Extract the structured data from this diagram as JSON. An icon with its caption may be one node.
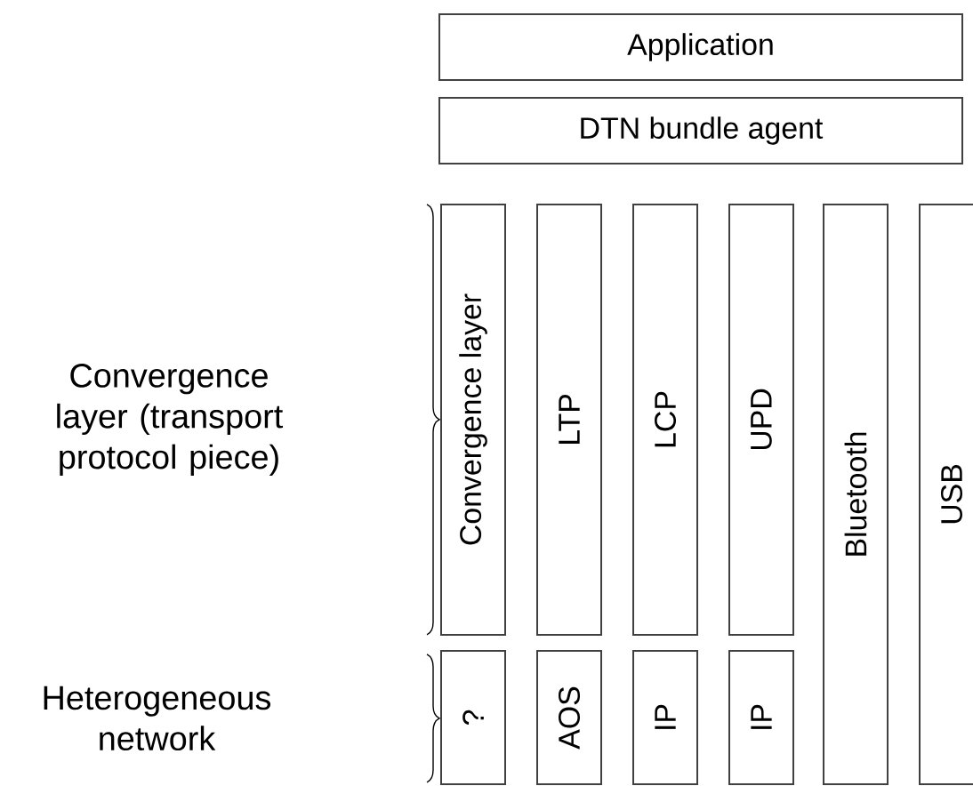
{
  "diagram": {
    "nodes": [
      {
        "text": [
          "Application"
        ]
      },
      {
        "text": [
          "DTN bundle agent"
        ]
      },
      {
        "text": [
          "Convergence layer"
        ]
      },
      {
        "text": [
          "LTP"
        ]
      },
      {
        "text": [
          "LCP"
        ]
      },
      {
        "text": [
          "UPD"
        ]
      },
      {
        "text": [
          "Bluetooth"
        ]
      },
      {
        "text": [
          "USB"
        ]
      },
      {
        "text": [
          "?"
        ]
      },
      {
        "text": [
          "AOS"
        ]
      },
      {
        "text": [
          "IP"
        ]
      },
      {
        "text": [
          "IP"
        ]
      }
    ],
    "labels": [
      "Convergence layer (transport protocol piece)",
      "Heterogeneous network"
    ]
  }
}
